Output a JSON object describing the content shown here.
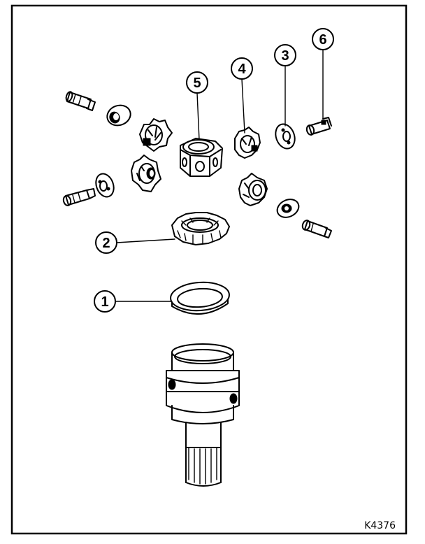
{
  "figure": {
    "code": "K4376",
    "callouts": [
      {
        "id": "callout-1",
        "label": "1"
      },
      {
        "id": "callout-2",
        "label": "2"
      },
      {
        "id": "callout-3",
        "label": "3"
      },
      {
        "id": "callout-4",
        "label": "4"
      },
      {
        "id": "callout-5",
        "label": "5"
      },
      {
        "id": "callout-6",
        "label": "6"
      }
    ]
  }
}
